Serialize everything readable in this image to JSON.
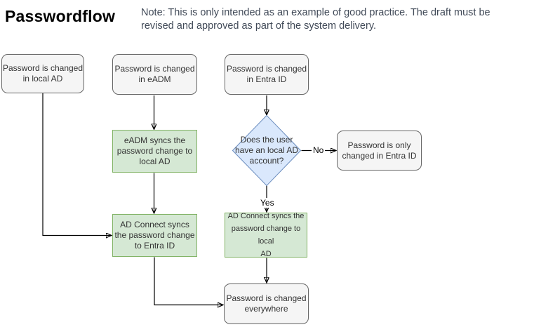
{
  "header": {
    "title": "Passwordflow",
    "note": "Note: This is only intended as an example of good practice. The draft must be\nrevised and approved as part of the system delivery."
  },
  "flowchart": {
    "colors": {
      "terminator_fill": "#F5F5F5",
      "terminator_border": "#666666",
      "process_fill": "#D5E8D4",
      "process_border": "#82B366",
      "decision_fill": "#DAE8FC",
      "decision_border": "#6C8EBF",
      "connector": "#000000"
    },
    "nodes": {
      "local_ad_change": {
        "type": "terminator",
        "label": "Password is changed\nin local AD"
      },
      "eadm_change": {
        "type": "terminator",
        "label": "Password is changed\nin eADM"
      },
      "entra_change": {
        "type": "terminator",
        "label": "Password is changed\nin Entra ID"
      },
      "eadm_sync": {
        "type": "process",
        "label": "eADM syncs the\npassword change to\nlocal AD"
      },
      "local_ad_question": {
        "type": "decision",
        "label": "Does the user\nhave an local AD\naccount?"
      },
      "entra_only": {
        "type": "terminator",
        "label": "Password is only\nchanged in Entra ID"
      },
      "ad_connect_entra": {
        "type": "process",
        "label": "AD Connect syncs\nthe password change\nto Entra ID"
      },
      "ad_connect_local": {
        "type": "process",
        "label": "AD Connect syncs the\npassword change to local\nAD"
      },
      "changed_everywhere": {
        "type": "terminator",
        "label": "Password is changed\neverywhere"
      }
    },
    "edge_labels": {
      "yes": "Yes",
      "no": "No"
    }
  }
}
